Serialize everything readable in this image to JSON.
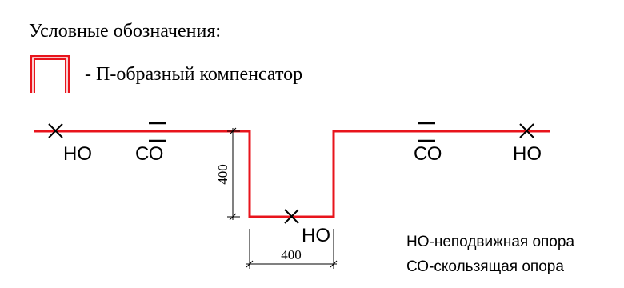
{
  "legend": {
    "title": "Условные обозначения:",
    "compensator_label": "- П-образный компенсатор"
  },
  "markers": {
    "fixed_left": "НО",
    "sliding_left": "СО",
    "fixed_bottom": "НО",
    "sliding_right": "СО",
    "fixed_right": "НО"
  },
  "dimensions": {
    "height": "400",
    "width": "400"
  },
  "notes": {
    "fixed": "НО-неподвижная опора",
    "sliding": "СО-скользящая опора"
  },
  "colors": {
    "pipe": "#e8141c",
    "pipe_inner": "#ffffff",
    "line": "#000000"
  }
}
